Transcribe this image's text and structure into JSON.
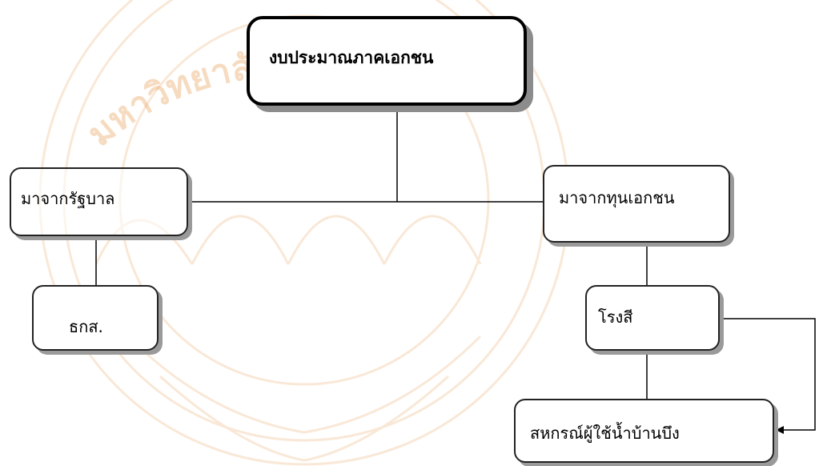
{
  "nodes": {
    "main": "งบประมาณภาคเอกชน",
    "gov": "มาจากรัฐบาล",
    "baac": "ธกส.",
    "private": "มาจากทุนเอกชน",
    "mill": "โรงสี",
    "coop": "สหกรณ์ผู้ใช้น้ำบ้านบึง"
  },
  "watermark": {
    "text": "มหาวิทยาลัยนเรศวร",
    "color": "#f0b27a"
  },
  "colors": {
    "line": "#000000",
    "border": "#222222",
    "shadow": "#9a9a9a"
  }
}
